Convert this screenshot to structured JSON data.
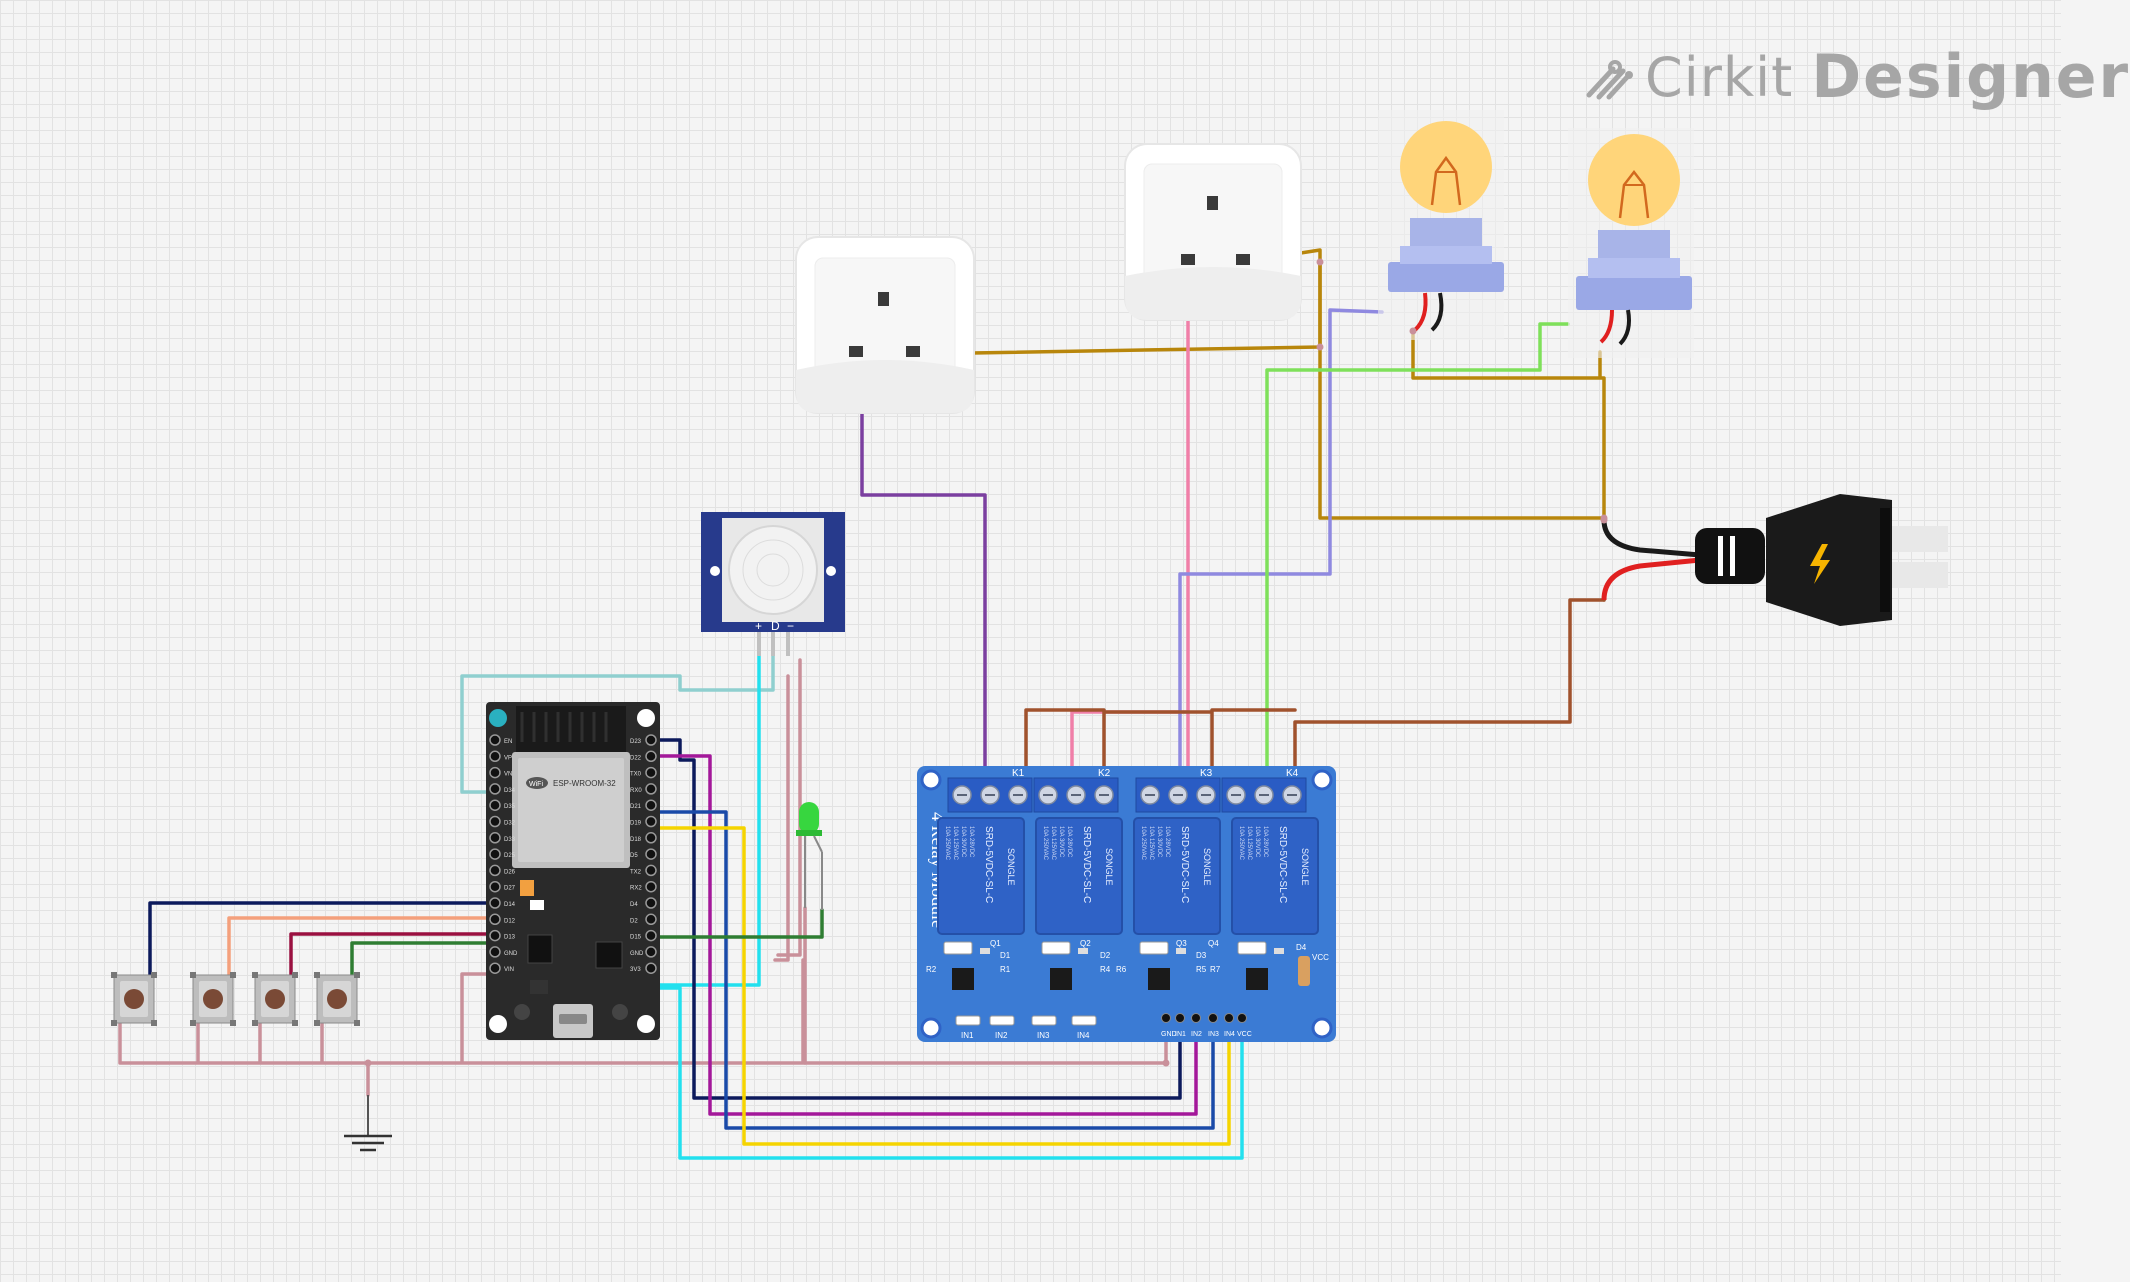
{
  "brand": {
    "word1": "Cirkit",
    "word2": "Designer"
  },
  "esp32": {
    "module_label": "ESP-WROOM-32",
    "wifi_label": "WiFi",
    "left_pins": [
      "EN",
      "VP",
      "VN",
      "D34",
      "D35",
      "D32",
      "D33",
      "D25",
      "D26",
      "D27",
      "D14",
      "D12",
      "D13",
      "GND",
      "VIN"
    ],
    "right_pins": [
      "D23",
      "D22",
      "TX0",
      "RX0",
      "D21",
      "D19",
      "D18",
      "D5",
      "TX2",
      "RX2",
      "D4",
      "D2",
      "D15",
      "GND",
      "3V3"
    ]
  },
  "pir": {
    "pins": [
      "+",
      "D",
      "−"
    ]
  },
  "relay_module": {
    "title": "4 Relay Module",
    "relay_text": [
      "SRD-5VDC-SL-C",
      "SONGLE"
    ],
    "relay_ratings": [
      "10A 250VAC",
      "10A 125VAC",
      "10A 30VDC",
      "10A 28VDC"
    ],
    "input_labels": [
      "IN1",
      "IN2",
      "IN3",
      "IN4"
    ],
    "header_pins": [
      "GND",
      "IN1",
      "IN2",
      "IN3",
      "IN4",
      "VCC"
    ],
    "terminal_labels": [
      "K1",
      "K2",
      "K3",
      "K4"
    ],
    "smd_labels": [
      "R2",
      "R1",
      "Q1",
      "D1",
      "Q2",
      "D2",
      "Q3",
      "D3",
      "R4",
      "R6",
      "R5",
      "R7",
      "Q4",
      "D4",
      "VCC"
    ]
  },
  "colors": {
    "wire_brown": "#b8860b",
    "wire_purple": "#7b3fa0",
    "wire_pink": "#f07fa8",
    "wire_lavender": "#8f89e0",
    "wire_lime": "#7ee05a",
    "wire_rust": "#a0522d",
    "wire_ground": "#c9909a",
    "wire_teal": "#8fcfcf",
    "wire_cyan": "#22e0ee",
    "wire_navy": "#0c1a5c",
    "wire_magenta": "#a3189a",
    "wire_blue": "#1a4aa8",
    "wire_yellow": "#f5d400",
    "wire_salmon": "#f4a07c",
    "wire_crimson": "#9a1040",
    "wire_green": "#2e7d32",
    "relay_board": "#3b7bd4",
    "relay_body": "#2f62c6",
    "esp_board": "#2a2a2a",
    "led": "#37d63f",
    "bulb_glass": "#ffd57a",
    "lamp_base": "#9aa8e6"
  }
}
